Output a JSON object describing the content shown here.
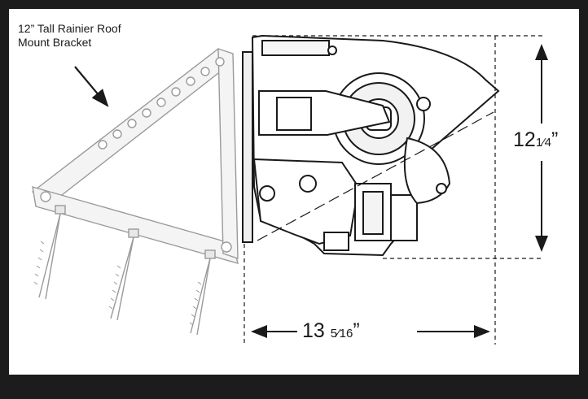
{
  "caption": "12” Tall Rainier Roof\nMount Bracket",
  "dimensions": {
    "height_whole": "12",
    "height_fraction": "1⁄4",
    "height_unit": "”",
    "width_whole": "13",
    "width_fraction": "5⁄16",
    "width_unit": "”"
  },
  "colors": {
    "border": "#1c1c1c",
    "background": "#ffffff",
    "line": "#1a1a1a",
    "bracket": "#9a9a9a"
  }
}
